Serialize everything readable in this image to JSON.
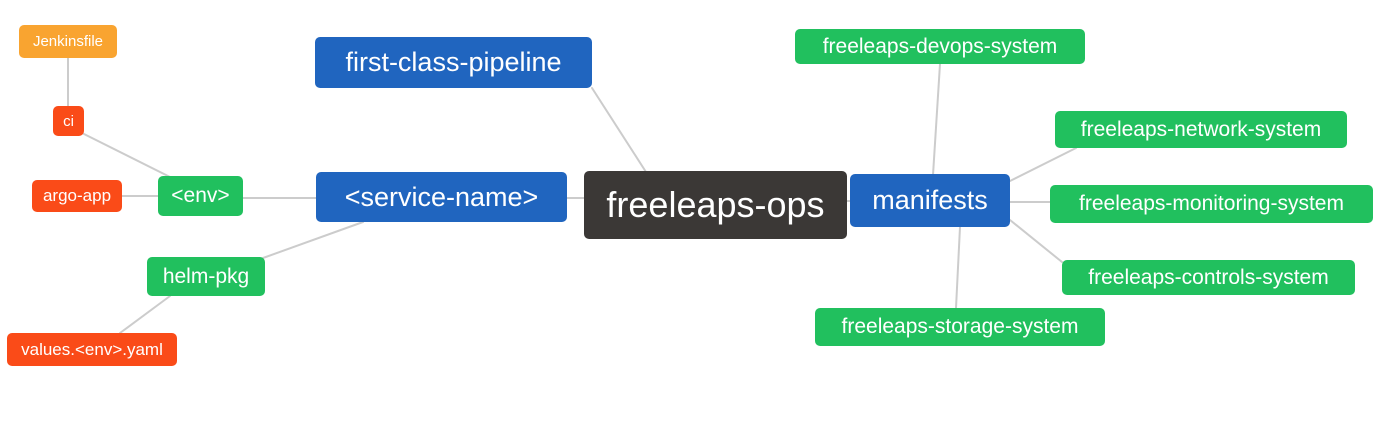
{
  "diagram": {
    "type": "mindmap",
    "root": "freeleaps-ops",
    "colors": {
      "root_bg": "#3b3836",
      "branch_blue": "#2065bf",
      "leaf_green": "#21c05e",
      "leaf_red": "#fa4b18",
      "leaf_orange": "#f9a430",
      "edge": "#cccccc",
      "text": "#ffffff",
      "background": "#ffffff"
    }
  },
  "nodes": {
    "jenkinsfile": {
      "label": "Jenkinsfile",
      "color": "#f9a430"
    },
    "ci": {
      "label": "ci",
      "color": "#fa4b18"
    },
    "argo_app": {
      "label": "argo-app",
      "color": "#fa4b18"
    },
    "env": {
      "label": "<env>",
      "color": "#21c05e"
    },
    "helm_pkg": {
      "label": "helm-pkg",
      "color": "#21c05e"
    },
    "values_env_yaml": {
      "label": "values.<env>.yaml",
      "color": "#fa4b18"
    },
    "first_class_pipeline": {
      "label": "first-class-pipeline",
      "color": "#2065bf"
    },
    "service_name": {
      "label": "<service-name>",
      "color": "#2065bf"
    },
    "freeleaps_ops": {
      "label": "freeleaps-ops",
      "color": "#3b3836"
    },
    "manifests": {
      "label": "manifests",
      "color": "#2065bf"
    },
    "devops_system": {
      "label": "freeleaps-devops-system",
      "color": "#21c05e"
    },
    "network_system": {
      "label": "freeleaps-network-system",
      "color": "#21c05e"
    },
    "monitoring_system": {
      "label": "freeleaps-monitoring-system",
      "color": "#21c05e"
    },
    "controls_system": {
      "label": "freeleaps-controls-system",
      "color": "#21c05e"
    },
    "storage_system": {
      "label": "freeleaps-storage-system",
      "color": "#21c05e"
    }
  },
  "edges": [
    {
      "from": "jenkinsfile",
      "to": "ci"
    },
    {
      "from": "ci",
      "to": "env"
    },
    {
      "from": "argo_app",
      "to": "env"
    },
    {
      "from": "env",
      "to": "service_name"
    },
    {
      "from": "helm_pkg",
      "to": "service_name"
    },
    {
      "from": "values_env_yaml",
      "to": "helm_pkg"
    },
    {
      "from": "first_class_pipeline",
      "to": "freeleaps_ops"
    },
    {
      "from": "service_name",
      "to": "freeleaps_ops"
    },
    {
      "from": "freeleaps_ops",
      "to": "manifests"
    },
    {
      "from": "manifests",
      "to": "devops_system"
    },
    {
      "from": "manifests",
      "to": "network_system"
    },
    {
      "from": "manifests",
      "to": "monitoring_system"
    },
    {
      "from": "manifests",
      "to": "controls_system"
    },
    {
      "from": "manifests",
      "to": "storage_system"
    }
  ]
}
